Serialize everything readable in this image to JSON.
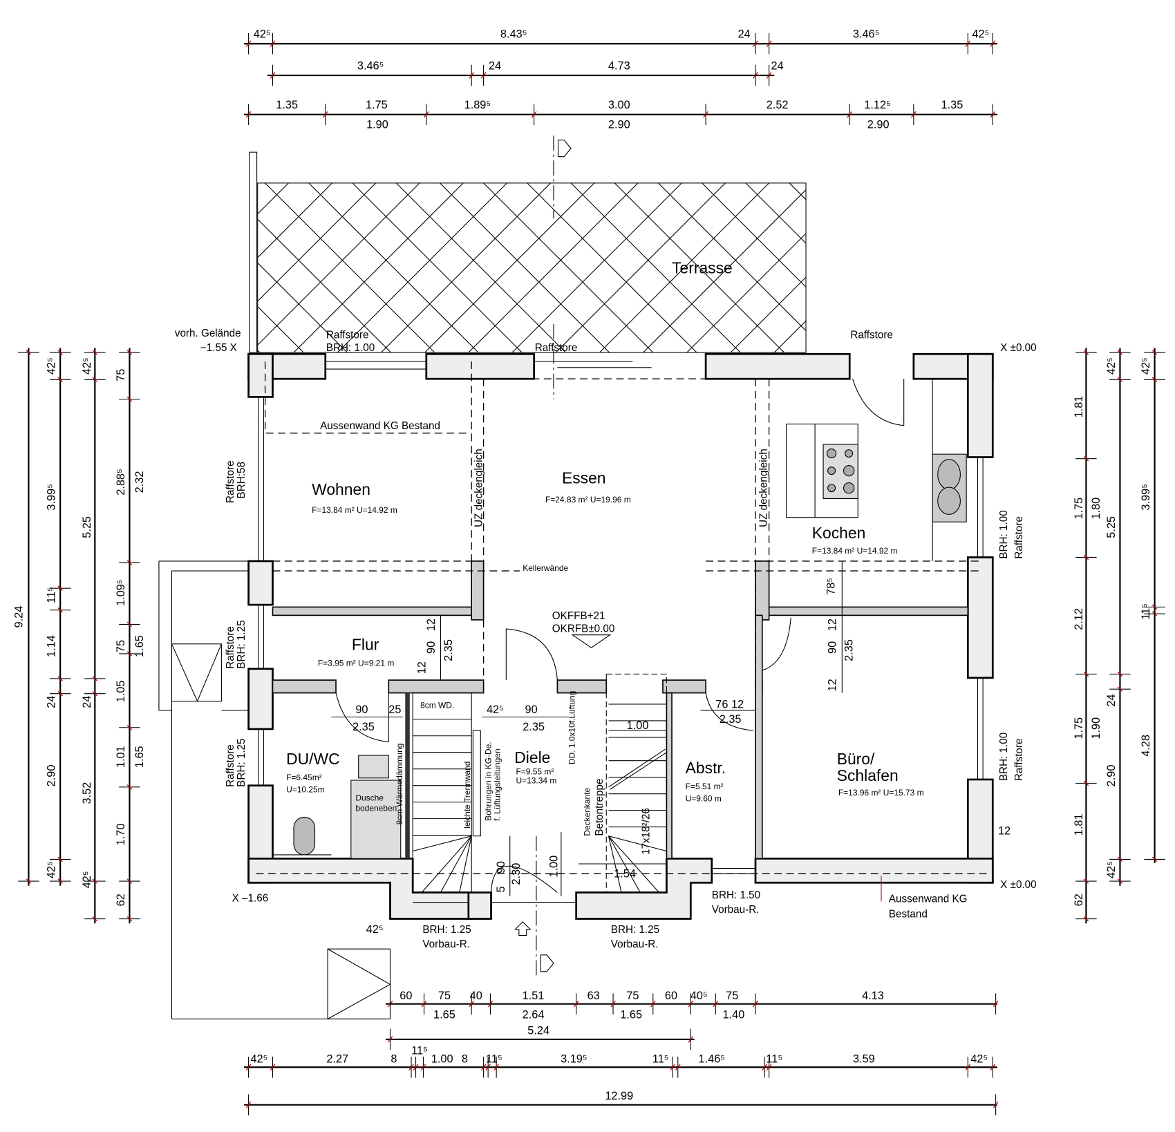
{
  "dims": {
    "top1": [
      "42⁵",
      "8.43⁵",
      "24",
      "3.46⁵",
      "42⁵"
    ],
    "top2": [
      "3.46⁵",
      "24",
      "4.73",
      "24"
    ],
    "top3_above": [
      "1.35",
      "1.75",
      "1.89⁵",
      "3.00",
      "2.52",
      "1.12⁵",
      "1.35"
    ],
    "top3_below": [
      "1.90",
      "2.90",
      "2.90"
    ],
    "bot1_above": [
      "60",
      "75",
      "40",
      "1.51",
      "63",
      "75",
      "60",
      "40⁵",
      "75",
      "4.13"
    ],
    "bot1_below": [
      "1.65",
      "2.64",
      "1.65",
      "1.40"
    ],
    "bot2": [
      "5.24"
    ],
    "bot3": [
      "42⁵",
      "2.27",
      "8",
      "11⁵",
      "1.00",
      "8",
      "11⁵",
      "3.19⁵",
      "11⁵",
      "1.46⁵",
      "11⁵",
      "3.59",
      "42⁵"
    ],
    "bot4": [
      "12.99"
    ],
    "left1": [
      "9.24"
    ],
    "left2": [
      "42⁵",
      "3.99⁵",
      "11⁵",
      "1.14",
      "24",
      "2.90",
      "42⁵"
    ],
    "left3": [
      "42⁵",
      "5.25",
      "24",
      "3.52",
      "42⁵"
    ],
    "left4": [
      "75",
      "2.88⁵",
      "2.32",
      "1.09⁵",
      "75",
      "1.65",
      "1.05",
      "1.01",
      "1.65",
      "1.70",
      "62"
    ],
    "right1": [
      "1.81",
      "1.75",
      "1.80",
      "2.12",
      "1.75",
      "1.90",
      "1.81",
      "62"
    ],
    "right2": [
      "42⁵",
      "5.25",
      "24",
      "2.90",
      "42⁵"
    ],
    "right3": [
      "42⁵",
      "3.99⁵",
      "11⁵",
      "4.28"
    ]
  },
  "rooms": {
    "wohnen": {
      "name": "Wohnen",
      "area": "F=13.84 m² U=14.92 m"
    },
    "essen": {
      "name": "Essen",
      "area": "F=24.83 m² U=19.96 m"
    },
    "kochen": {
      "name": "Kochen",
      "area": "F=13.84 m² U=14.92 m"
    },
    "flur": {
      "name": "Flur",
      "area": "F=3.95 m² U=9.21 m"
    },
    "duwc": {
      "name": "DU/WC",
      "area": "F=6.45m²",
      "perimeter": "U=10.25m"
    },
    "diele": {
      "name": "Diele",
      "area": "F=9.55 m²",
      "perimeter": "U=13.34 m"
    },
    "abstr": {
      "name": "Abstr.",
      "area": "F=5.51 m²",
      "perimeter": "U=9.60 m"
    },
    "buero": {
      "name": "Büro/",
      "name2": "Schlafen",
      "area": "F=13.96 m² U=15.73 m"
    },
    "terrasse": {
      "name": "Terrasse"
    }
  },
  "labels": {
    "vorh_gelaende": "vorh. Gelände",
    "level_left_top": "−1.55  X",
    "raffstore_tl": "Raffstore",
    "brh_tl": "BRH: 1.00",
    "raffstore_tm": "Raffstore",
    "raffstore_tr": "Raffstore",
    "level_right_top": "X  ±0.00",
    "level_right_bot": "X  ±0.00",
    "level_left_bot": "X  ‒1.66",
    "aussenwand_kg": "Aussenwand KG Bestand",
    "aussenwand_kg2": "Aussenwand KG",
    "bestand": "Bestand",
    "uz": "UZ deckengleich",
    "kellerwaende": "Kellerwände",
    "okffb": "OKFFB+21",
    "okrfb": "OKRFB±0.00",
    "raffstore_l1": "Raffstore",
    "brh_l1": "BRH:58",
    "raffstore_l2": "Raffstore",
    "brh_l2": "BRH: 1.25",
    "raffstore_l3": "Raffstore",
    "brh_l3": "BRH: 1.25",
    "brh_r1": "BRH: 1.00",
    "raffstore_r1": "Raffstore",
    "brh_r2": "BRH: 1.00",
    "raffstore_r2": "Raffstore",
    "brh_150": "BRH: 1.50",
    "vorbau": "Vorbau-R.",
    "brh_125a": "BRH: 1.25",
    "brh_125b": "BRH: 1.25",
    "dusche": "Dusche",
    "bodeneben": "bodeneben",
    "waermedaemmung": "8cm Wärmedämmung",
    "wd": "8cm WD.",
    "trennwand": "leichte Trennwand",
    "bohrungen1": "Bohrungen in KG-De.",
    "bohrungen2": "f. Lüftungsleitungen",
    "lueftung": "DD. 1.0x10f.Lüftung",
    "deckenkante": "Deckenkante",
    "betontreppe": "Betontreppe",
    "steigung": "17x18²/26",
    "d_78": "78⁵",
    "d_12a": "12",
    "d_90a": "90",
    "d_235a": "2.35",
    "d_12b": "12",
    "d_12c": "12",
    "d_90b": "90",
    "d_235b": "2.35",
    "d_12d": "12",
    "d_90c": "90",
    "d_25": "25",
    "d_235c": "2.35",
    "d_425": "42⁵",
    "d_90d": "90",
    "d_235d": "2.35",
    "d_76": "76 12",
    "d_235e": "2.35",
    "d_100": "1.00",
    "d_5": "5",
    "d_90e": "90",
    "d_230": "2.30",
    "d_100b": "1.00",
    "d_154": "1.54",
    "d_12r": "12",
    "d_425b": "42⁵"
  }
}
